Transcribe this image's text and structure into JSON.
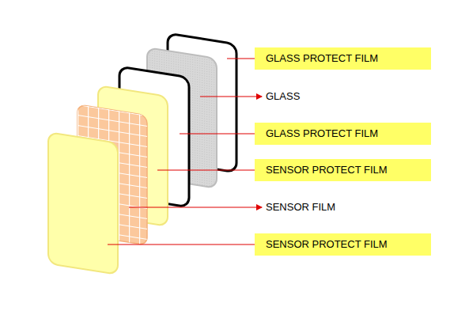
{
  "diagram": {
    "nodes": [
      {
        "text": [
          "GLASS PROTECT FILM"
        ]
      },
      {
        "text": [
          "GLASS PROTECT FILM"
        ]
      },
      {
        "text": [
          "SENSOR PROTECT FILM"
        ]
      },
      {
        "text": [
          "SENSOR PROTECT FILM"
        ]
      }
    ],
    "labels": [
      "GLASS",
      "SENSOR FILM"
    ]
  }
}
